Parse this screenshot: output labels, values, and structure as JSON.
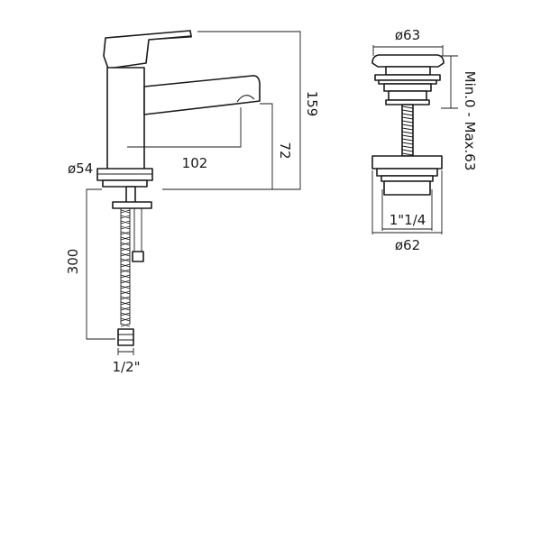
{
  "tap": {
    "reach": "102",
    "spout_height": "72",
    "total_height": "159",
    "base_diameter": "ø54",
    "hose_length": "300",
    "connection": "1/2\""
  },
  "waste": {
    "cap_diameter": "ø63",
    "adjustment": "Min.0 - Max.63",
    "thread": "1\"1/4",
    "flange_diameter": "ø62"
  },
  "colors": {
    "line": "#1a1a1a",
    "background": "#ffffff"
  }
}
